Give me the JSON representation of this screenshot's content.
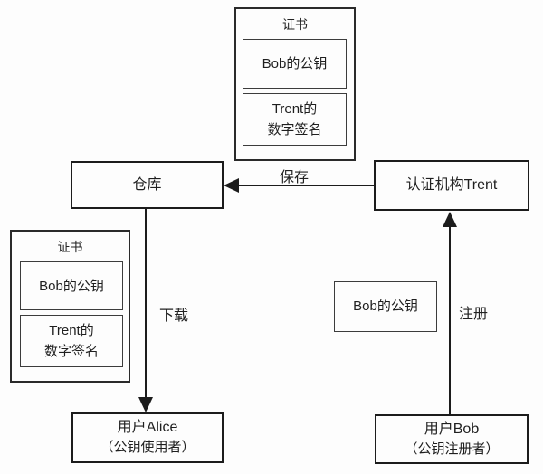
{
  "certificates": {
    "top": {
      "title": "证书",
      "public_key": "Bob的公钥",
      "signature_line1": "Trent的",
      "signature_line2": "数字签名"
    },
    "left": {
      "title": "证书",
      "public_key": "Bob的公钥",
      "signature_line1": "Trent的",
      "signature_line2": "数字签名"
    }
  },
  "nodes": {
    "repository": {
      "label": "仓库"
    },
    "certificate_authority": {
      "label": "认证机构Trent"
    },
    "user_alice": {
      "line1": "用户Alice",
      "line2": "（公钥使用者）"
    },
    "user_bob": {
      "line1": "用户Bob",
      "line2": "（公钥注册者）"
    },
    "bob_public_key": {
      "label": "Bob的公钥"
    }
  },
  "arrows": {
    "save": {
      "label": "保存"
    },
    "download": {
      "label": "下载"
    },
    "register": {
      "label": "注册"
    }
  },
  "colors": {
    "line": "#1c1c1c",
    "background": "#fdfdfd",
    "text": "#1f1f1f"
  }
}
